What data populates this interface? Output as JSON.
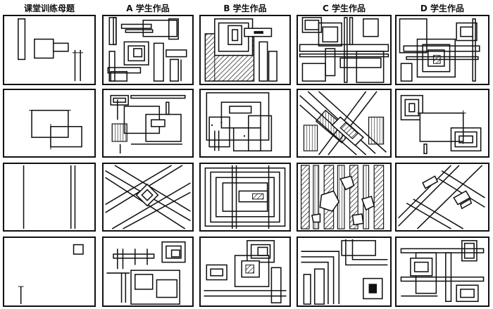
{
  "headers": {
    "mother": "课堂训练母题",
    "a": "A 学生作品",
    "b": "B 学生作品",
    "c": "C 学生作品",
    "d": "D 学生作品"
  }
}
